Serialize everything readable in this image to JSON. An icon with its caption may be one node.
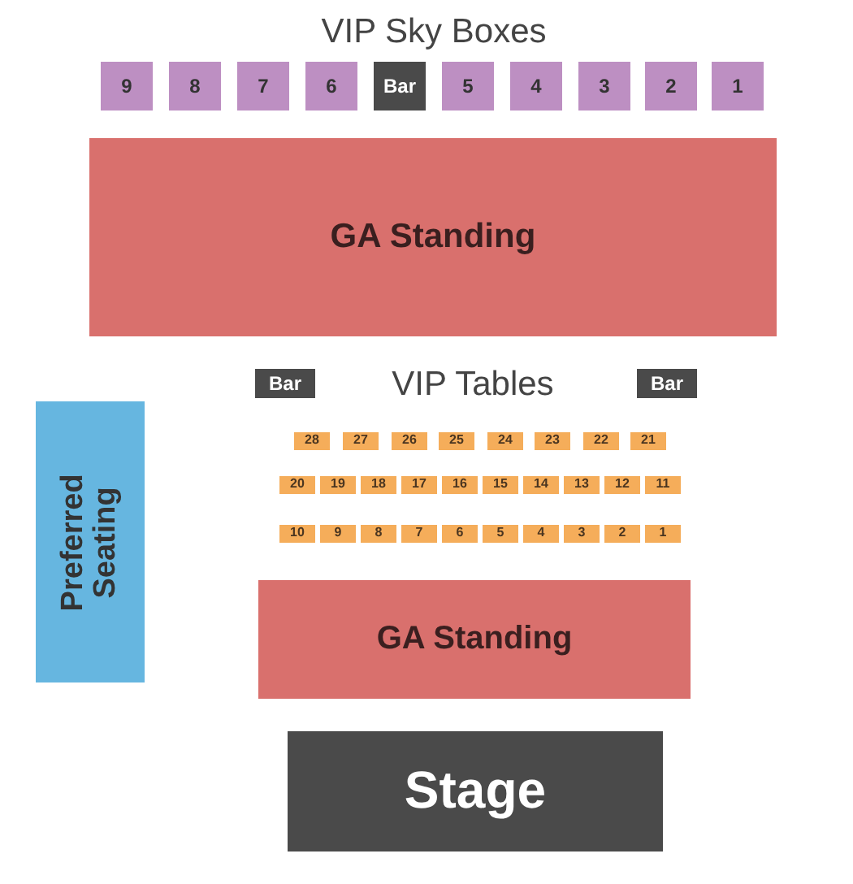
{
  "diagram": {
    "nodes": [
      {
        "text": [
          "9"
        ]
      },
      {
        "text": [
          "8"
        ]
      },
      {
        "text": [
          "7"
        ]
      },
      {
        "text": [
          "6"
        ]
      },
      {
        "text": [
          "Bar"
        ]
      },
      {
        "text": [
          "5"
        ]
      },
      {
        "text": [
          "4"
        ]
      },
      {
        "text": [
          "3"
        ]
      },
      {
        "text": [
          "2"
        ]
      },
      {
        "text": [
          "1"
        ]
      },
      {
        "text": [
          "GA Standing"
        ]
      },
      {
        "text": [
          "Bar"
        ]
      },
      {
        "text": [
          "Bar"
        ]
      },
      {
        "text": [
          "28"
        ]
      },
      {
        "text": [
          "27"
        ]
      },
      {
        "text": [
          "26"
        ]
      },
      {
        "text": [
          "25"
        ]
      },
      {
        "text": [
          "24"
        ]
      },
      {
        "text": [
          "23"
        ]
      },
      {
        "text": [
          "22"
        ]
      },
      {
        "text": [
          "21"
        ]
      },
      {
        "text": [
          "20"
        ]
      },
      {
        "text": [
          "19"
        ]
      },
      {
        "text": [
          "18"
        ]
      },
      {
        "text": [
          "17"
        ]
      },
      {
        "text": [
          "16"
        ]
      },
      {
        "text": [
          "15"
        ]
      },
      {
        "text": [
          "14"
        ]
      },
      {
        "text": [
          "13"
        ]
      },
      {
        "text": [
          "12"
        ]
      },
      {
        "text": [
          "11"
        ]
      },
      {
        "text": [
          "10"
        ]
      },
      {
        "text": [
          "9"
        ]
      },
      {
        "text": [
          "8"
        ]
      },
      {
        "text": [
          "7"
        ]
      },
      {
        "text": [
          "6"
        ]
      },
      {
        "text": [
          "5"
        ]
      },
      {
        "text": [
          "4"
        ]
      },
      {
        "text": [
          "3"
        ]
      },
      {
        "text": [
          "2"
        ]
      },
      {
        "text": [
          "1"
        ]
      },
      {
        "text": [
          "Preferred Seating"
        ]
      },
      {
        "text": [
          "GA Standing"
        ]
      },
      {
        "text": [
          "Stage"
        ]
      }
    ],
    "labels": [
      "VIP Sky Boxes",
      "VIP Tables"
    ]
  }
}
